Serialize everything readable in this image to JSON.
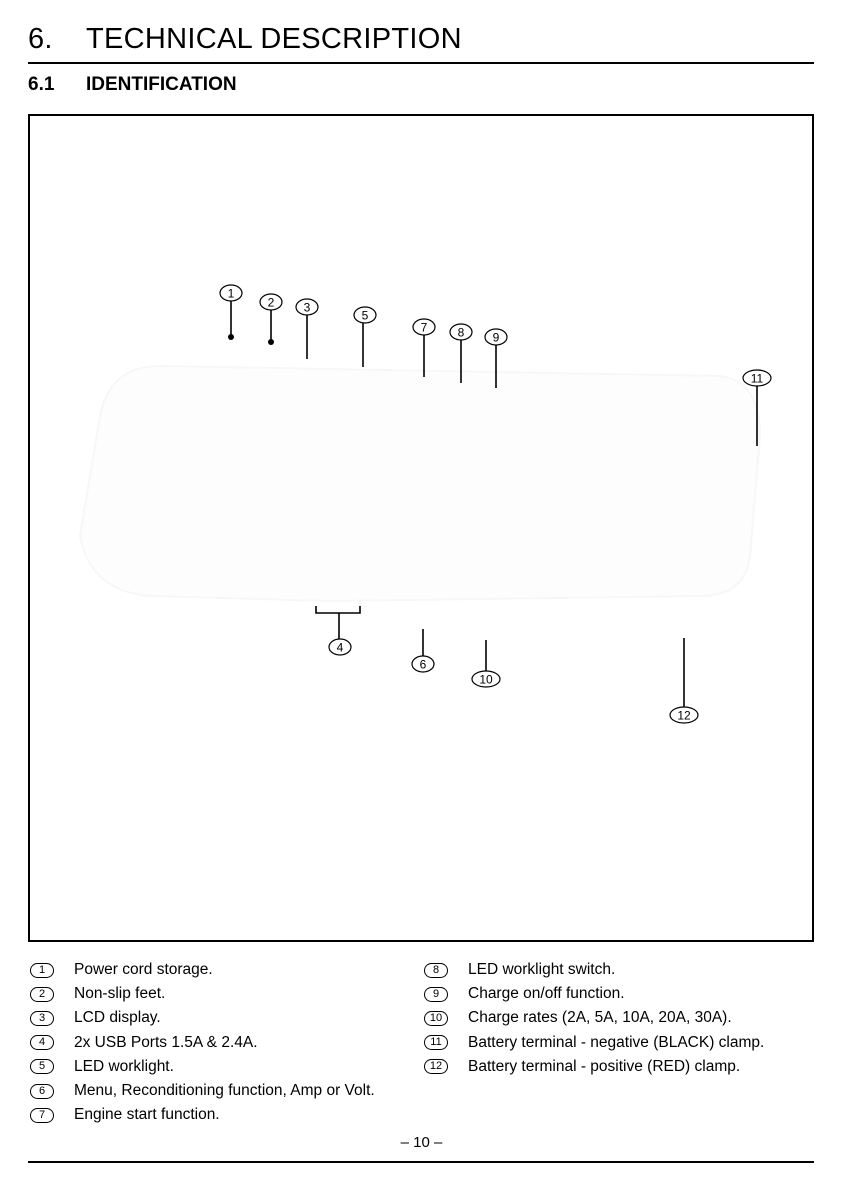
{
  "section": {
    "number": "6.",
    "title": "TECHNICAL DESCRIPTION"
  },
  "subsection": {
    "number": "6.1",
    "title": "IDENTIFICATION"
  },
  "callouts": [
    "1",
    "2",
    "3",
    "4",
    "5",
    "6",
    "7",
    "8",
    "9",
    "10",
    "11",
    "12"
  ],
  "legend": {
    "left": [
      {
        "num": "1",
        "text": "Power cord storage."
      },
      {
        "num": "2",
        "text": "Non-slip feet."
      },
      {
        "num": "3",
        "text": "LCD display."
      },
      {
        "num": "4",
        "text": "2x USB Ports 1.5A & 2.4A."
      },
      {
        "num": "5",
        "text": "LED worklight."
      },
      {
        "num": "6",
        "text": "Menu, Reconditioning function, Amp or Volt."
      },
      {
        "num": "7",
        "text": "Engine start function."
      }
    ],
    "right": [
      {
        "num": "8",
        "text": "LED worklight switch."
      },
      {
        "num": "9",
        "text": "Charge on/off function."
      },
      {
        "num": "10",
        "text": "Charge rates (2A, 5A, 10A, 20A, 30A)."
      },
      {
        "num": "11",
        "text": "Battery terminal - negative (BLACK) clamp."
      },
      {
        "num": "12",
        "text": "Battery terminal - positive (RED) clamp."
      }
    ]
  },
  "page_number": "– 10 –"
}
